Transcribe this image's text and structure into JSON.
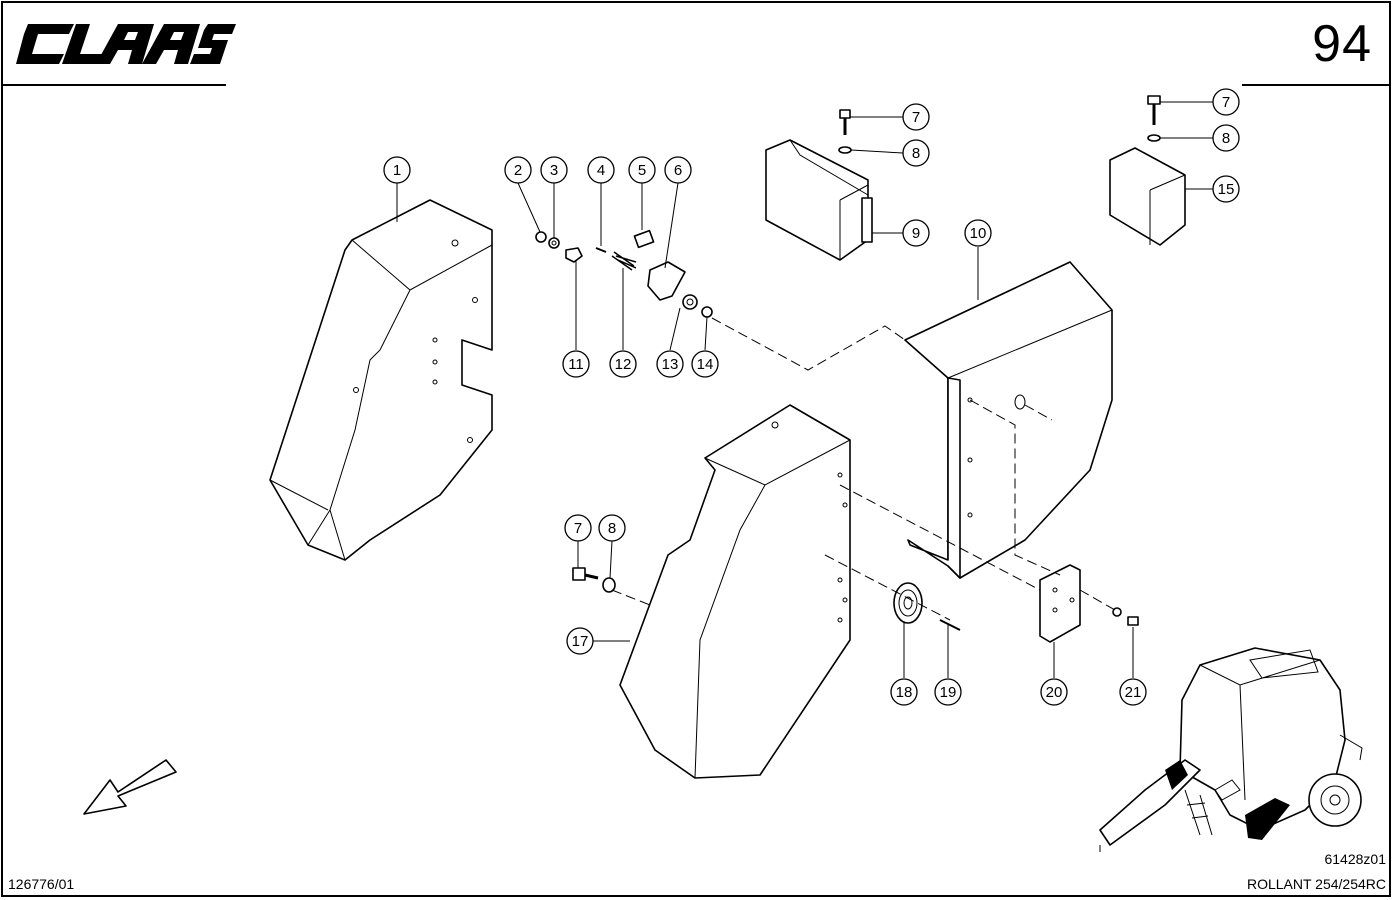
{
  "header": {
    "brand": "CLAAS",
    "page_number": "94"
  },
  "footer": {
    "document_ref": "126776/01",
    "drawing_ref": "61428z01",
    "model": "ROLLANT 254/254RC"
  },
  "callouts": [
    {
      "id": "c1",
      "label": "1"
    },
    {
      "id": "c2",
      "label": "2"
    },
    {
      "id": "c3",
      "label": "3"
    },
    {
      "id": "c4",
      "label": "4"
    },
    {
      "id": "c5",
      "label": "5"
    },
    {
      "id": "c6",
      "label": "6"
    },
    {
      "id": "c7a",
      "label": "7"
    },
    {
      "id": "c8a",
      "label": "8"
    },
    {
      "id": "c9",
      "label": "9"
    },
    {
      "id": "c10",
      "label": "10"
    },
    {
      "id": "c7b",
      "label": "7"
    },
    {
      "id": "c8b",
      "label": "8"
    },
    {
      "id": "c15",
      "label": "15"
    },
    {
      "id": "c11",
      "label": "11"
    },
    {
      "id": "c12",
      "label": "12"
    },
    {
      "id": "c13",
      "label": "13"
    },
    {
      "id": "c14",
      "label": "14"
    },
    {
      "id": "c7c",
      "label": "7"
    },
    {
      "id": "c8c",
      "label": "8"
    },
    {
      "id": "c17",
      "label": "17"
    },
    {
      "id": "c18",
      "label": "18"
    },
    {
      "id": "c19",
      "label": "19"
    },
    {
      "id": "c20",
      "label": "20"
    },
    {
      "id": "c21",
      "label": "21"
    }
  ]
}
